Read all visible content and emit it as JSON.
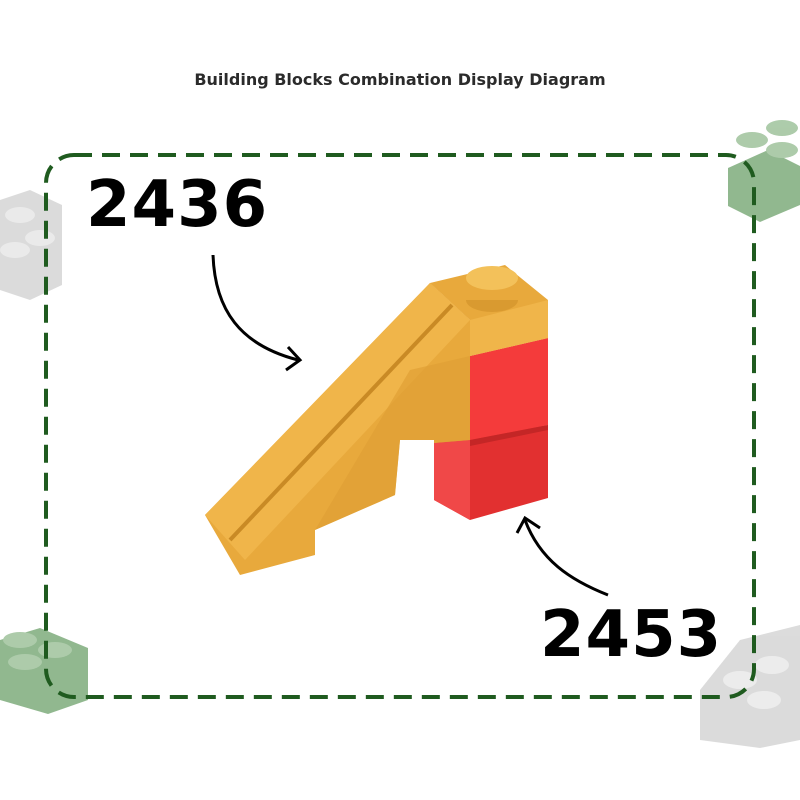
{
  "title": "Building Blocks Combination Display Diagram",
  "parts": {
    "top_label": "2436",
    "bottom_label": "2453"
  },
  "colors": {
    "frame": "#1f5b1f",
    "slope": "#e8a93c",
    "brick_red": "#f43b3b",
    "deco_green": "#8cb58a",
    "deco_gray": "#cfcfcf"
  }
}
